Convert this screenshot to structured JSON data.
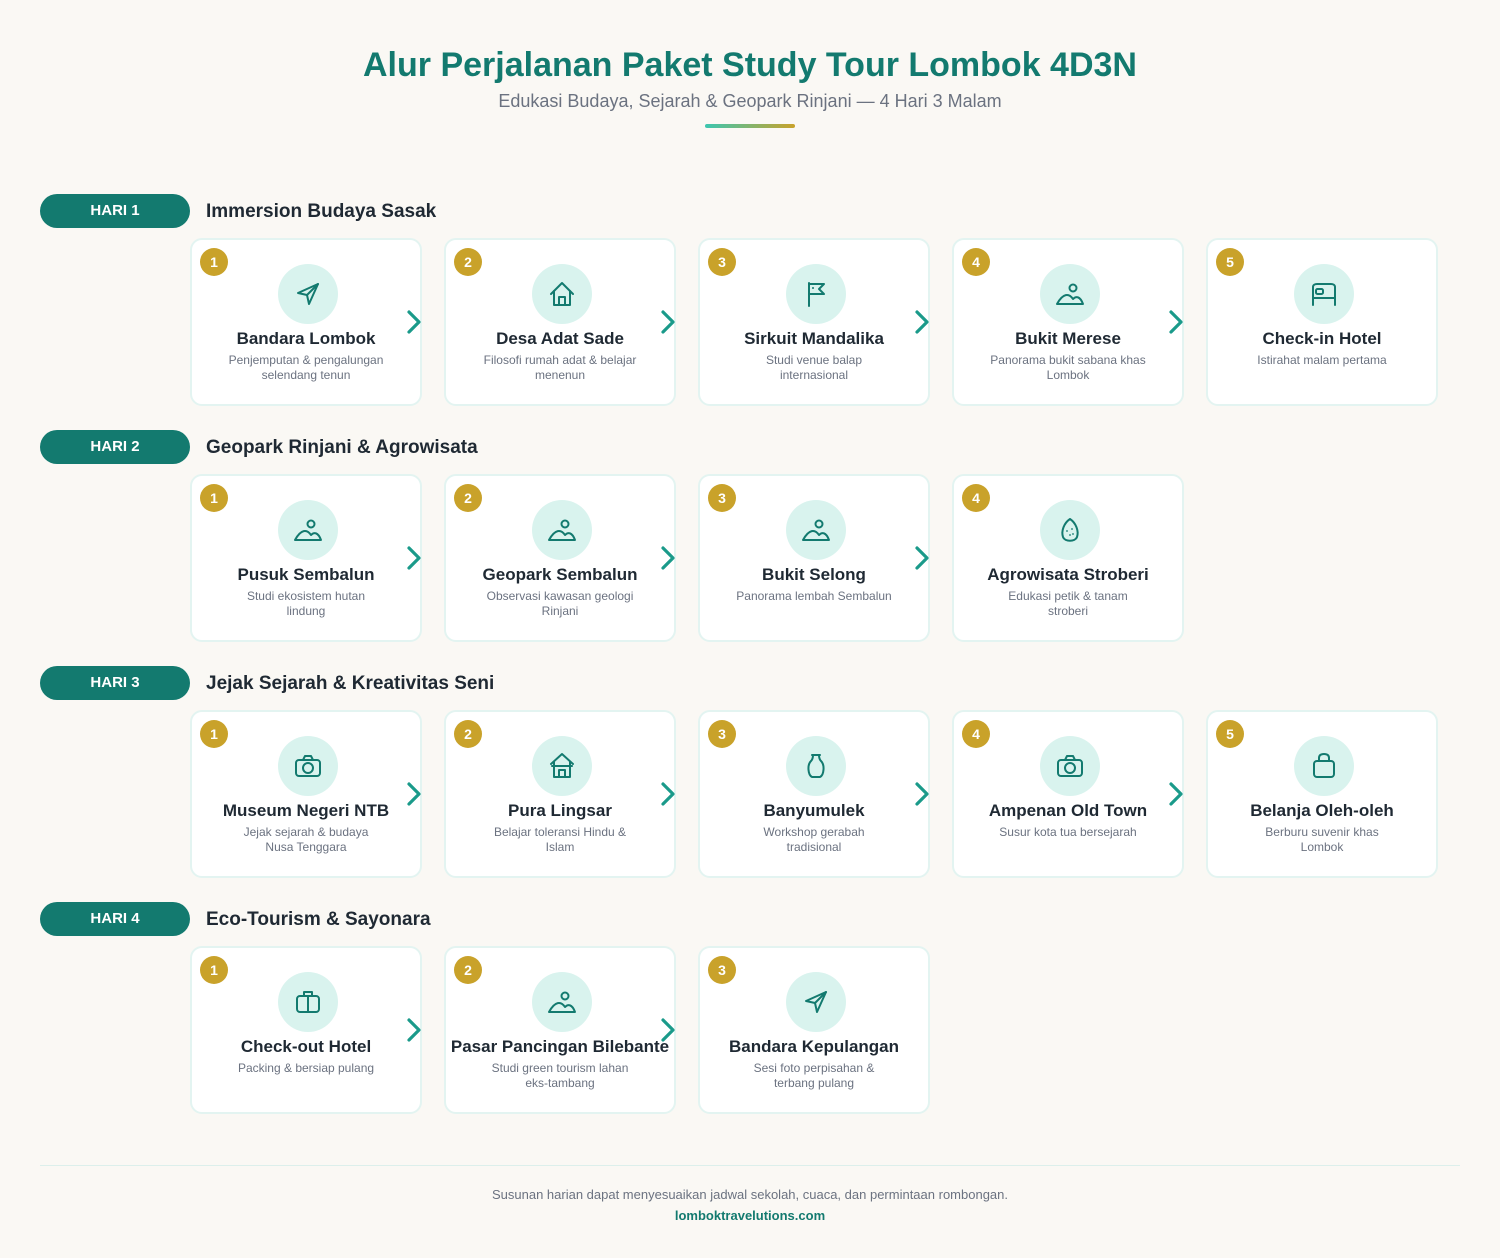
{
  "header": {
    "title": "Alur Perjalanan Paket Study Tour Lombok 4D3N",
    "subtitle": "Edukasi Budaya, Sejarah & Geopark Rinjani — 4 Hari 3 Malam"
  },
  "days": [
    {
      "label": "HARI 1",
      "title": "Immersion Budaya Sasak",
      "stops": [
        {
          "num": "1",
          "icon": "plane-icon",
          "title": "Bandara Lombok",
          "desc": "Penjemputan & pengalungan selendang tenun"
        },
        {
          "num": "2",
          "icon": "house-icon",
          "title": "Desa Adat Sade",
          "desc": "Filosofi rumah adat & belajar menenun"
        },
        {
          "num": "3",
          "icon": "flag-icon",
          "title": "Sirkuit Mandalika",
          "desc": "Studi venue balap internasional"
        },
        {
          "num": "4",
          "icon": "landscape-icon",
          "title": "Bukit Merese",
          "desc": "Panorama bukit sabana khas Lombok"
        },
        {
          "num": "5",
          "icon": "bed-icon",
          "title": "Check-in Hotel",
          "desc": "Istirahat malam pertama"
        }
      ]
    },
    {
      "label": "HARI 2",
      "title": "Geopark Rinjani & Agrowisata",
      "stops": [
        {
          "num": "1",
          "icon": "landscape-icon",
          "title": "Pusuk Sembalun",
          "desc": "Studi ekosistem hutan lindung"
        },
        {
          "num": "2",
          "icon": "landscape-icon",
          "title": "Geopark Sembalun",
          "desc": "Observasi kawasan geologi Rinjani"
        },
        {
          "num": "3",
          "icon": "landscape-icon",
          "title": "Bukit Selong",
          "desc": "Panorama lembah Sembalun"
        },
        {
          "num": "4",
          "icon": "strawberry-icon",
          "title": "Agrowisata Stroberi",
          "desc": "Edukasi petik & tanam stroberi"
        }
      ]
    },
    {
      "label": "HARI 3",
      "title": "Jejak Sejarah & Kreativitas Seni",
      "stops": [
        {
          "num": "1",
          "icon": "camera-icon",
          "title": "Museum Negeri NTB",
          "desc": "Jejak sejarah & budaya Nusa Tenggara"
        },
        {
          "num": "2",
          "icon": "temple-icon",
          "title": "Pura Lingsar",
          "desc": "Belajar toleransi Hindu & Islam"
        },
        {
          "num": "3",
          "icon": "vase-icon",
          "title": "Banyumulek",
          "desc": "Workshop gerabah tradisional"
        },
        {
          "num": "4",
          "icon": "camera-icon",
          "title": "Ampenan Old Town",
          "desc": "Susur kota tua bersejarah"
        },
        {
          "num": "5",
          "icon": "shopping-bag-icon",
          "title": "Belanja Oleh-oleh",
          "desc": "Berburu suvenir khas Lombok"
        }
      ]
    },
    {
      "label": "HARI 4",
      "title": "Eco-Tourism & Sayonara",
      "stops": [
        {
          "num": "1",
          "icon": "luggage-icon",
          "title": "Check-out Hotel",
          "desc": "Packing & bersiap pulang"
        },
        {
          "num": "2",
          "icon": "landscape-icon",
          "title": "Pasar Pancingan Bilebante",
          "desc": "Studi green tourism lahan eks-tambang"
        },
        {
          "num": "3",
          "icon": "plane-icon",
          "title": "Bandara Kepulangan",
          "desc": "Sesi foto perpisahan & terbang pulang"
        }
      ]
    }
  ],
  "footer": {
    "note": "Susunan harian dapat menyesuaikan jadwal sekolah, cuaca, dan permintaan rombongan.",
    "link": "lomboktravelutions.com"
  },
  "colors": {
    "primary": "#137a6f",
    "accent": "#c9a22a",
    "icon_bg": "#d9f3ee",
    "background": "#faf8f4"
  }
}
